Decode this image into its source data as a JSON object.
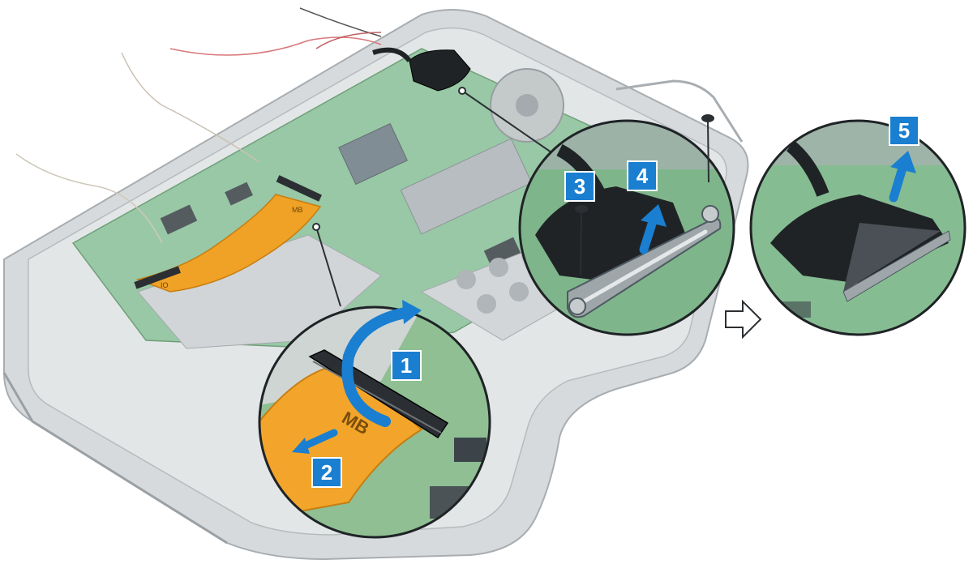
{
  "steps": [
    {
      "label": "1"
    },
    {
      "label": "2"
    },
    {
      "label": "3"
    },
    {
      "label": "4"
    },
    {
      "label": "5"
    }
  ],
  "cable_labels": {
    "connector_mb": "MB",
    "connector_io": "IO"
  },
  "colors": {
    "step_badge": "#1a7fd0",
    "arrow": "#1a7fd0",
    "flex_cable": "#f0a226",
    "board": "#6fae7a",
    "chassis": "#c8cdd0"
  },
  "icons": {
    "next": "outline-arrow-right-icon"
  }
}
